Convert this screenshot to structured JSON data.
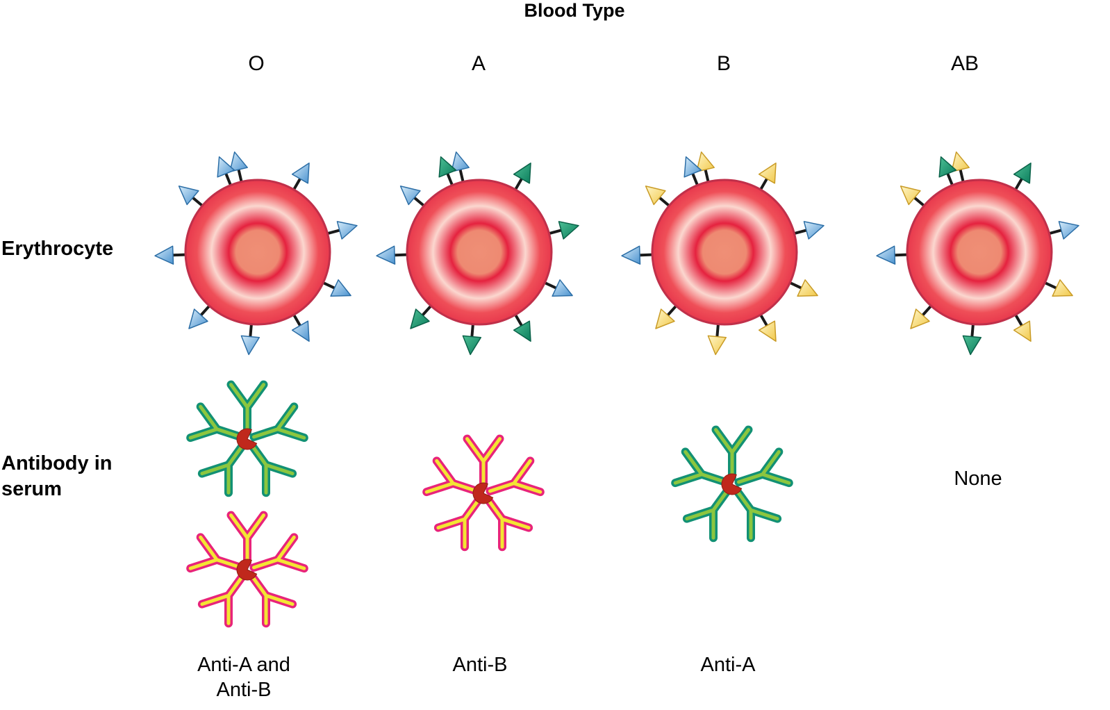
{
  "title": "Blood Type",
  "columns": [
    {
      "type": "O",
      "antigens": [
        "A",
        "A",
        "A",
        "A",
        "A",
        "A",
        "A",
        "A",
        "A",
        "A"
      ],
      "antibodies": [
        "anti-a",
        "anti-b"
      ],
      "antibody_caption": [
        "Anti-A and",
        "Anti-B"
      ]
    },
    {
      "type": "A",
      "antigens": [
        "A",
        "B",
        "B",
        "A",
        "B",
        "B",
        "B",
        "A",
        "A",
        "B"
      ],
      "antibodies": [
        "anti-b"
      ],
      "antibody_caption": [
        "Anti-B"
      ]
    },
    {
      "type": "B",
      "antigens": [
        "C",
        "C",
        "A",
        "C",
        "C",
        "C",
        "C",
        "A",
        "C",
        "A"
      ],
      "antibodies": [
        "anti-a"
      ],
      "antibody_caption": [
        "Anti-A"
      ]
    },
    {
      "type": "AB",
      "antigens": [
        "C",
        "B",
        "A",
        "C",
        "C",
        "B",
        "C",
        "A",
        "C",
        "B"
      ],
      "antibodies": [],
      "antibody_caption": [
        "None"
      ]
    }
  ],
  "row_labels": {
    "erythrocyte": "Erythrocyte",
    "antibody_line1": "Antibody in",
    "antibody_line2": "serum"
  },
  "colors": {
    "antigen_A": "#6aa9dc",
    "antigen_B": "#159a74",
    "antigen_C": "#f5d772",
    "cell_rim": "#c0304a",
    "cell_center": "#ee8b72",
    "antibody_anti_b_fill": "#f4e533",
    "antibody_anti_b_edge": "#e8247a",
    "antibody_anti_a_fill": "#8cc63f",
    "antibody_anti_a_edge": "#129174",
    "antibody_core": "#c0281c"
  }
}
